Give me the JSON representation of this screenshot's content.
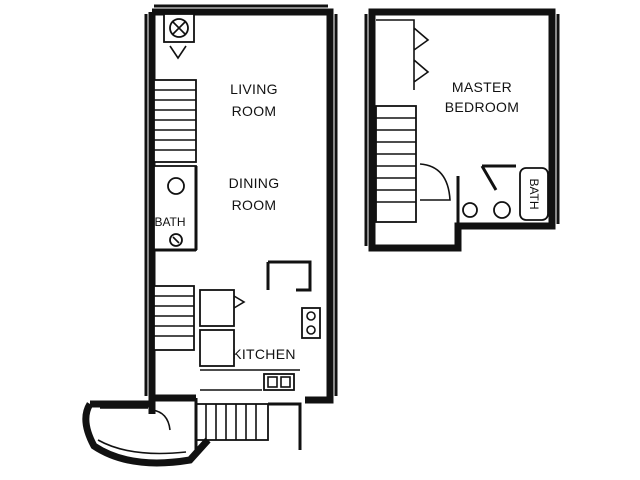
{
  "floors": {
    "lower": {
      "living_room": {
        "line1": "LIVING",
        "line2": "ROOM"
      },
      "dining_room": {
        "line1": "DINING",
        "line2": "ROOM"
      },
      "bath": "BATH",
      "kitchen": "KITCHEN"
    },
    "upper": {
      "master_bedroom": {
        "line1": "MASTER",
        "line2": "BEDROOM"
      },
      "bath": "BATH"
    }
  }
}
